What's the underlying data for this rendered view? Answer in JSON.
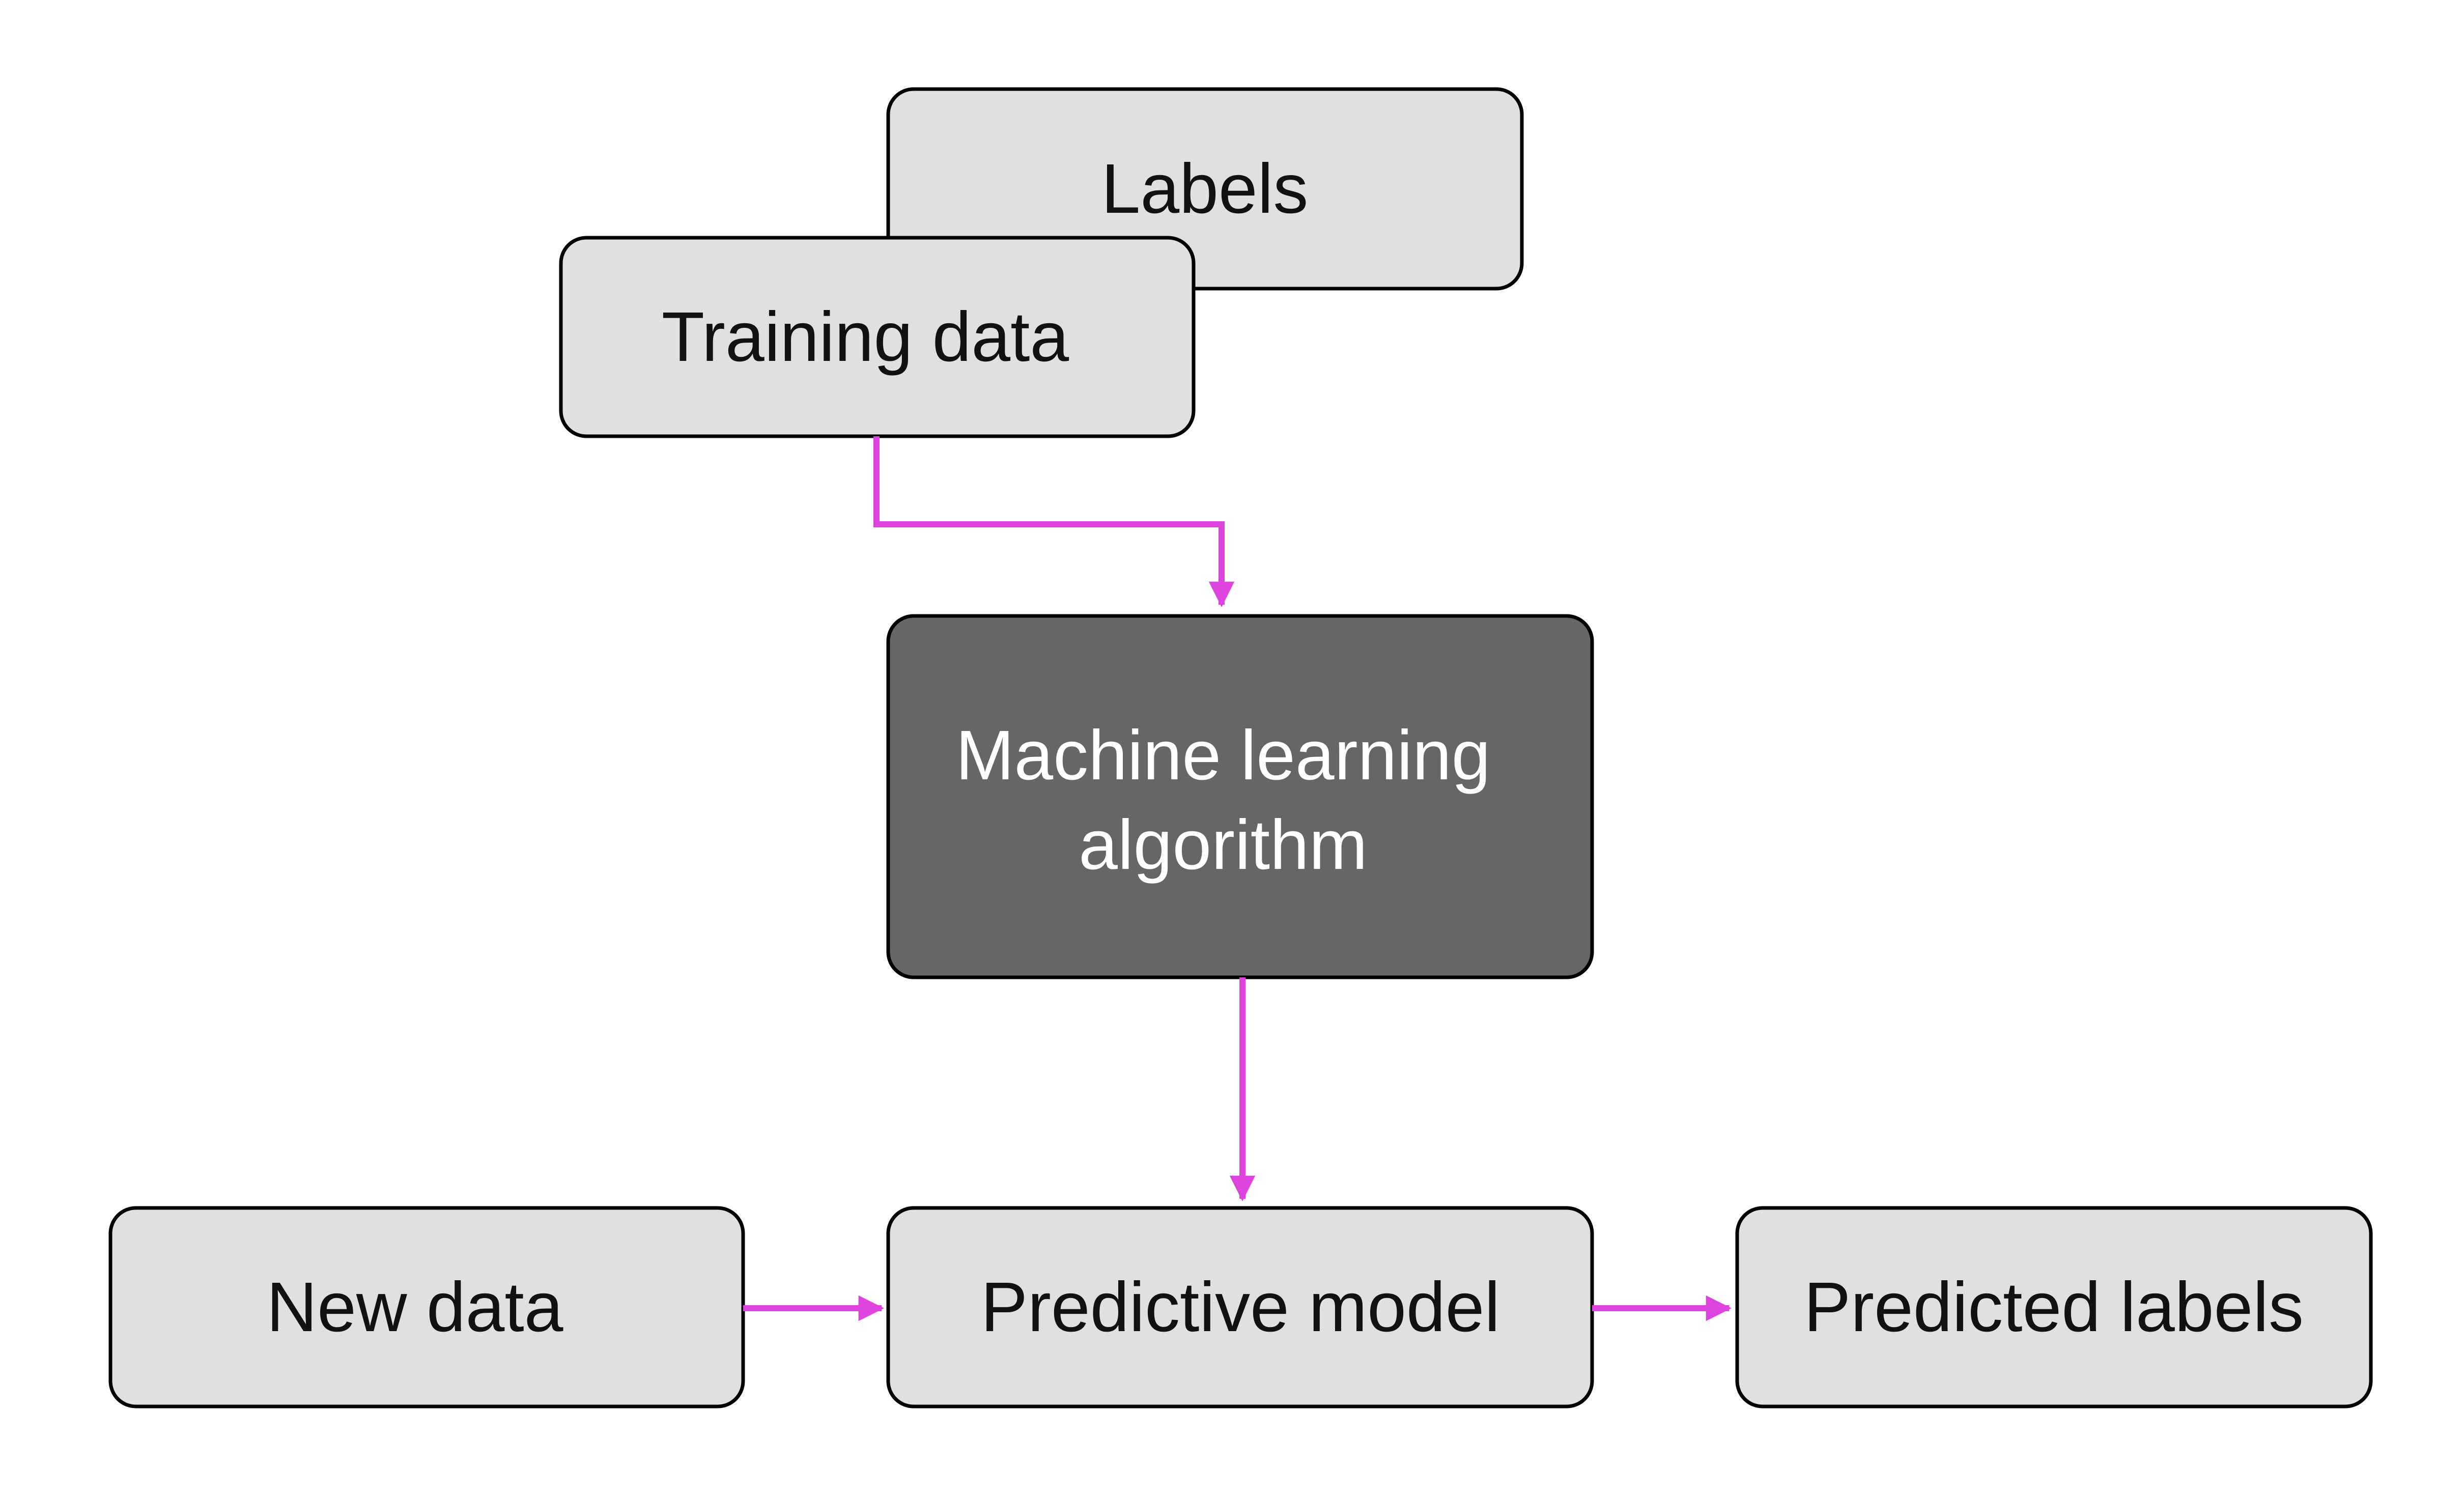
{
  "nodes": {
    "labels": {
      "text": "Labels"
    },
    "training_data": {
      "text": "Training data"
    },
    "ml_algorithm": {
      "line1": "Machine learning",
      "line2": "algorithm"
    },
    "new_data": {
      "text": "New data"
    },
    "predictive_model": {
      "text": "Predictive model"
    },
    "predicted_labels": {
      "text": "Predicted labels"
    }
  },
  "colors": {
    "light_box_fill": "#e0e0e0",
    "dark_box_fill": "#666666",
    "box_stroke": "#000000",
    "arrow": "#dd44dd",
    "light_text": "#111111",
    "dark_text": "#ffffff"
  }
}
